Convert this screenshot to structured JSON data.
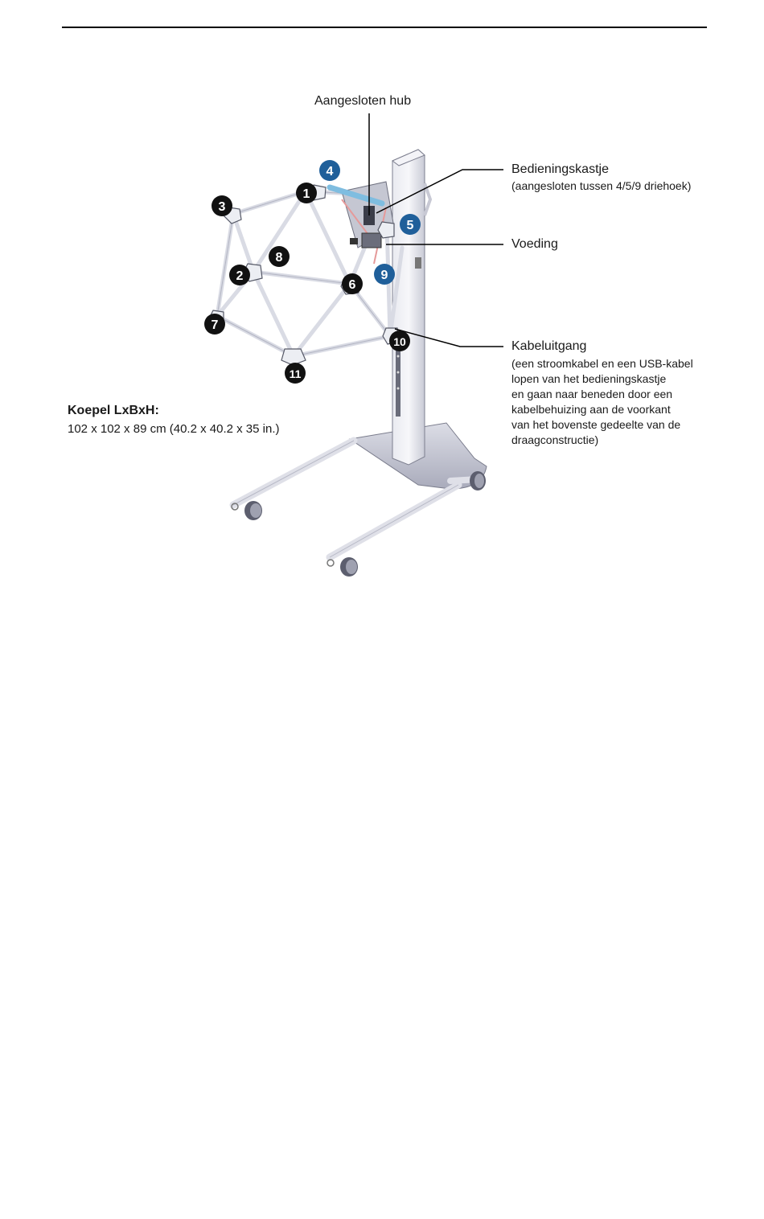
{
  "labels": {
    "hub": "Aangesloten hub",
    "control_box_title": "Bedieningskastje",
    "control_box_note": "(aangesloten tussen 4/5/9 driehoek)",
    "power_supply": "Voeding",
    "cable_exit_title": "Kabeluitgang",
    "cable_exit_lines": [
      "(een stroomkabel en een USB-kabel",
      "lopen van het bedieningskastje",
      "en gaan naar beneden door een",
      "kabelbehuizing aan de voorkant",
      "van het bovenste gedeelte van de",
      "draagconstructie)"
    ]
  },
  "dimensions": {
    "title": "Koepel LxBxH:",
    "value": "102 x 102 x 89 cm (40.2 x 40.2 x 35 in.)"
  },
  "badges": [
    {
      "id": "1",
      "color": "#111111"
    },
    {
      "id": "2",
      "color": "#111111"
    },
    {
      "id": "3",
      "color": "#111111"
    },
    {
      "id": "4",
      "color": "#1f5f9a"
    },
    {
      "id": "5",
      "color": "#1f5f9a"
    },
    {
      "id": "6",
      "color": "#111111"
    },
    {
      "id": "7",
      "color": "#111111"
    },
    {
      "id": "8",
      "color": "#111111"
    },
    {
      "id": "9",
      "color": "#1f5f9a"
    },
    {
      "id": "10",
      "color": "#111111"
    },
    {
      "id": "11",
      "color": "#111111"
    }
  ],
  "colors": {
    "dark_badge": "#111111",
    "blue_badge": "#1f5f9a",
    "frame": "#d9dbe4"
  }
}
